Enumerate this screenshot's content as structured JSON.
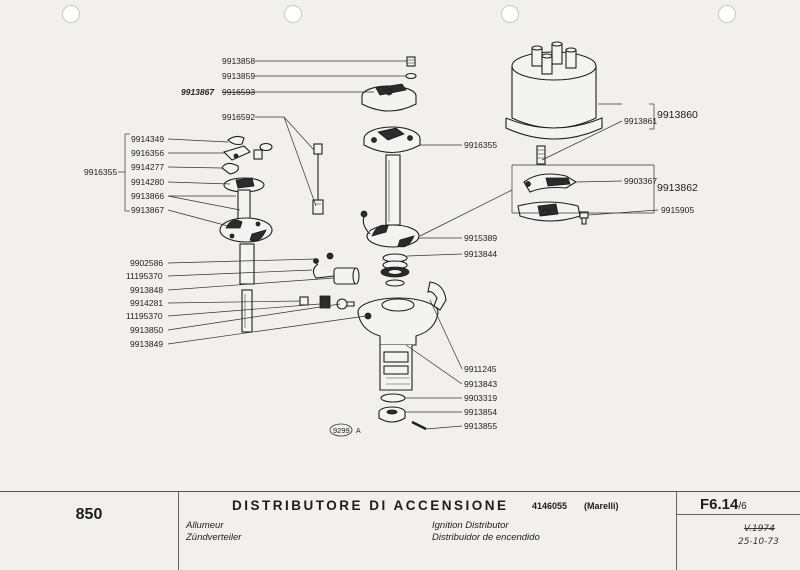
{
  "labels": {
    "p_9913858": "9913858",
    "p_9913859": "9913859",
    "p_9913867_hand": "9913867",
    "p_9916593": "9916593",
    "p_9916592": "9916592",
    "p_9916355_r": "9916355",
    "p_9913860": "9913860",
    "p_9913861": "9913861",
    "p_9903367": "9903367",
    "p_9913862": "9913862",
    "p_9915905": "9915905",
    "p_9915389": "9915389",
    "p_9913844": "9913844",
    "p_9911245": "9911245",
    "p_9913843": "9913843",
    "p_9903319": "9903319",
    "p_9913854": "9913854",
    "p_9913855": "9913855",
    "p_9916355_l": "9916355",
    "p_9914349": "9914349",
    "p_9916356": "9916356",
    "p_9914277": "9914277",
    "p_9914280": "9914280",
    "p_9913866": "9913866",
    "p_9913867_l": "9913867",
    "p_9902586": "9902586",
    "p_11195370_a": "11195370",
    "p_9913848": "9913848",
    "p_9914281": "9914281",
    "p_11195370_b": "11195370",
    "p_9913850": "9913850",
    "p_9913849": "9913849",
    "ref_code": "9299",
    "ref_letter": "A"
  },
  "footer": {
    "model": "850",
    "title": "DISTRIBUTORE DI ACCENSIONE",
    "part_number": "4146055",
    "maker": "(Marelli)",
    "fr": "Allumeur",
    "de": "Zündverteiler",
    "en": "Ignition Distributor",
    "es": "Distribuidor de encendido",
    "sheet": "F6.14",
    "sheet_sub": "/6",
    "stamp_struck": "V.1974",
    "date": "25-10-73"
  }
}
